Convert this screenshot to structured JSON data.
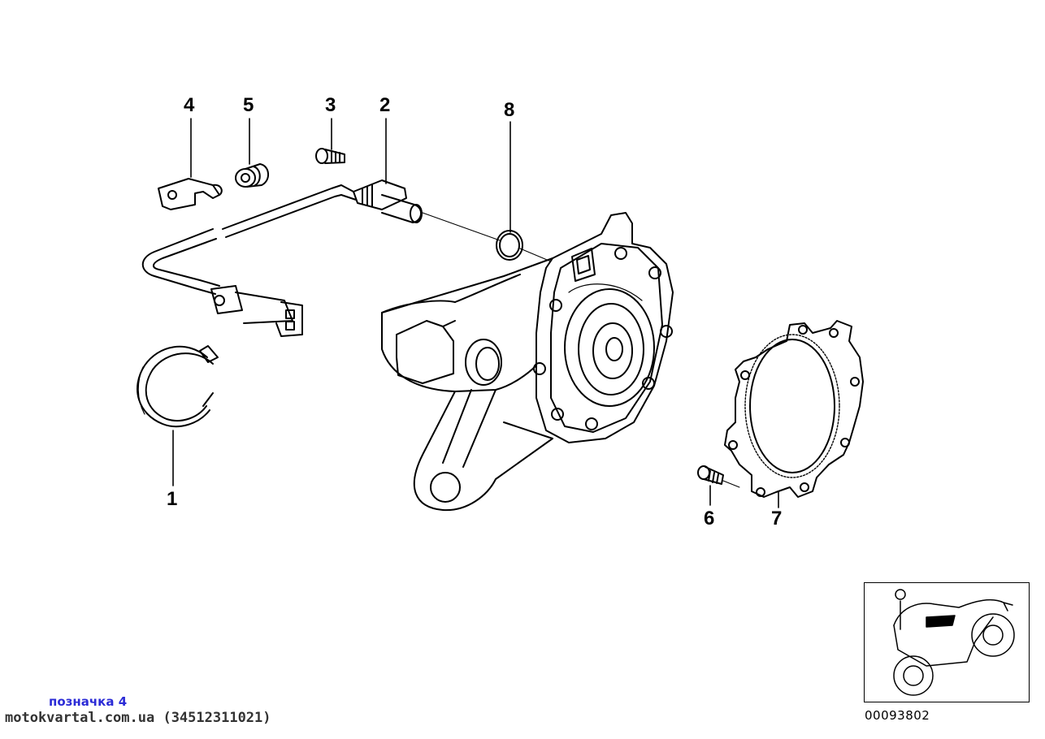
{
  "callouts": {
    "c1": "1",
    "c2": "2",
    "c3": "3",
    "c4": "4",
    "c5": "5",
    "c6": "6",
    "c7": "7",
    "c8": "8"
  },
  "diagram_id": "00093802",
  "note": "позначка 4",
  "source": "motokvartal.com.ua (34512311021)"
}
